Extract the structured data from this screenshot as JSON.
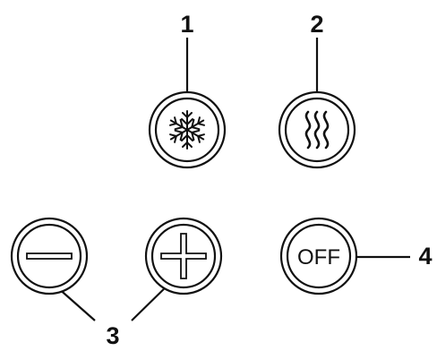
{
  "callouts": {
    "cool": "1",
    "heat": "2",
    "adjust": "3",
    "off": "4"
  },
  "buttons": [
    {
      "function": "cool",
      "icon": "snowflake-icon"
    },
    {
      "function": "heat",
      "icon": "heat-waves-icon"
    },
    {
      "function": "decrease",
      "icon": "minus-icon"
    },
    {
      "function": "increase",
      "icon": "plus-icon"
    },
    {
      "function": "off",
      "label": "OFF"
    }
  ],
  "colors": {
    "stroke": "#111111",
    "background": "#ffffff"
  }
}
